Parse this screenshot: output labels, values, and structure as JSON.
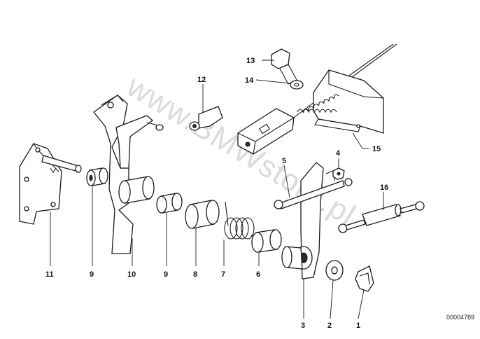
{
  "watermark": "www.BMWstore.pl",
  "reference_code": "00004789",
  "callouts": {
    "p1": "1",
    "p2": "2",
    "p3": "3",
    "p4": "4",
    "p5": "5",
    "p6": "6",
    "p7": "7",
    "p8": "8",
    "p9a": "9",
    "p9b": "9",
    "p10": "10",
    "p11": "11",
    "p12": "12",
    "p13": "13",
    "p14": "14",
    "p15": "15",
    "p16": "16"
  }
}
